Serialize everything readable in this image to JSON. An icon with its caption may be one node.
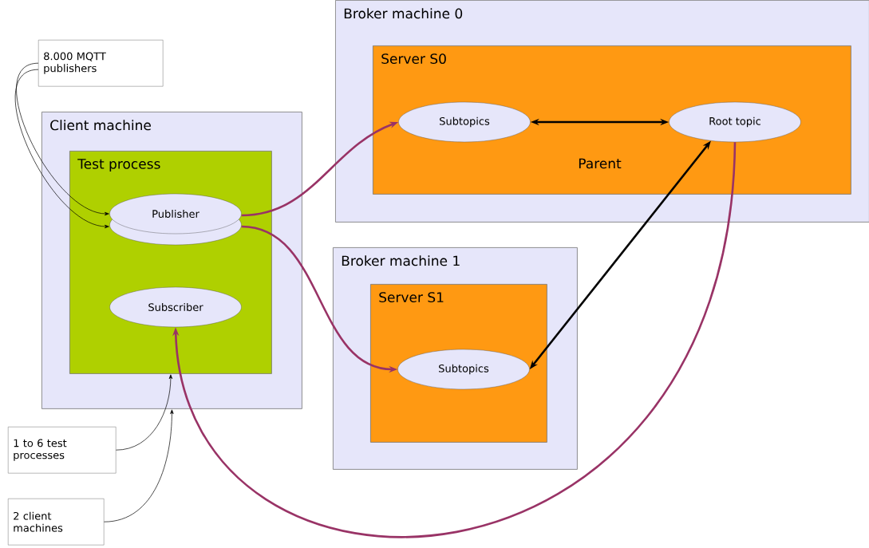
{
  "diagram": {
    "nodes": [
      {
        "text": [
          "8.000 MQTT publishers"
        ]
      },
      {
        "text": [
          "Client machine"
        ]
      },
      {
        "text": [
          "Test process"
        ],
        "in": 1
      },
      {
        "text": [
          "Publisher"
        ],
        "in": 2
      },
      {
        "text": [
          "Subscriber"
        ],
        "in": 2
      },
      {
        "text": [
          "Broker machine 0"
        ]
      },
      {
        "text": [
          "Server S0"
        ],
        "in": 5
      },
      {
        "text": [
          "Subtopics"
        ],
        "in": 6
      },
      {
        "text": [
          "Root topic"
        ],
        "in": 6
      },
      {
        "text": [
          "Broker machine 1"
        ]
      },
      {
        "text": [
          "Server S1"
        ],
        "in": 9
      },
      {
        "text": [
          "Subtopics"
        ],
        "in": 10
      },
      {
        "text": [
          "1 to 6 test processes"
        ]
      },
      {
        "text": [
          "2 client machines"
        ]
      }
    ],
    "edges": [
      {
        "from": 0,
        "to": 3,
        "arrow": "to"
      },
      {
        "from": 0,
        "to": 3,
        "arrow": "to"
      },
      {
        "from": 3,
        "to": 7,
        "arrow": "to",
        "color": "#993366"
      },
      {
        "from": 3,
        "to": 11,
        "arrow": "to",
        "color": "#993366"
      },
      {
        "from": 7,
        "to": 8,
        "arrow": "both",
        "label": "Parent"
      },
      {
        "from": 8,
        "to": 11,
        "arrow": "both"
      },
      {
        "from": 8,
        "to": 4,
        "arrow": "to",
        "color": "#993366"
      },
      {
        "from": 12,
        "to": 2,
        "arrow": "to"
      },
      {
        "from": 13,
        "to": 1,
        "arrow": "to"
      }
    ]
  }
}
